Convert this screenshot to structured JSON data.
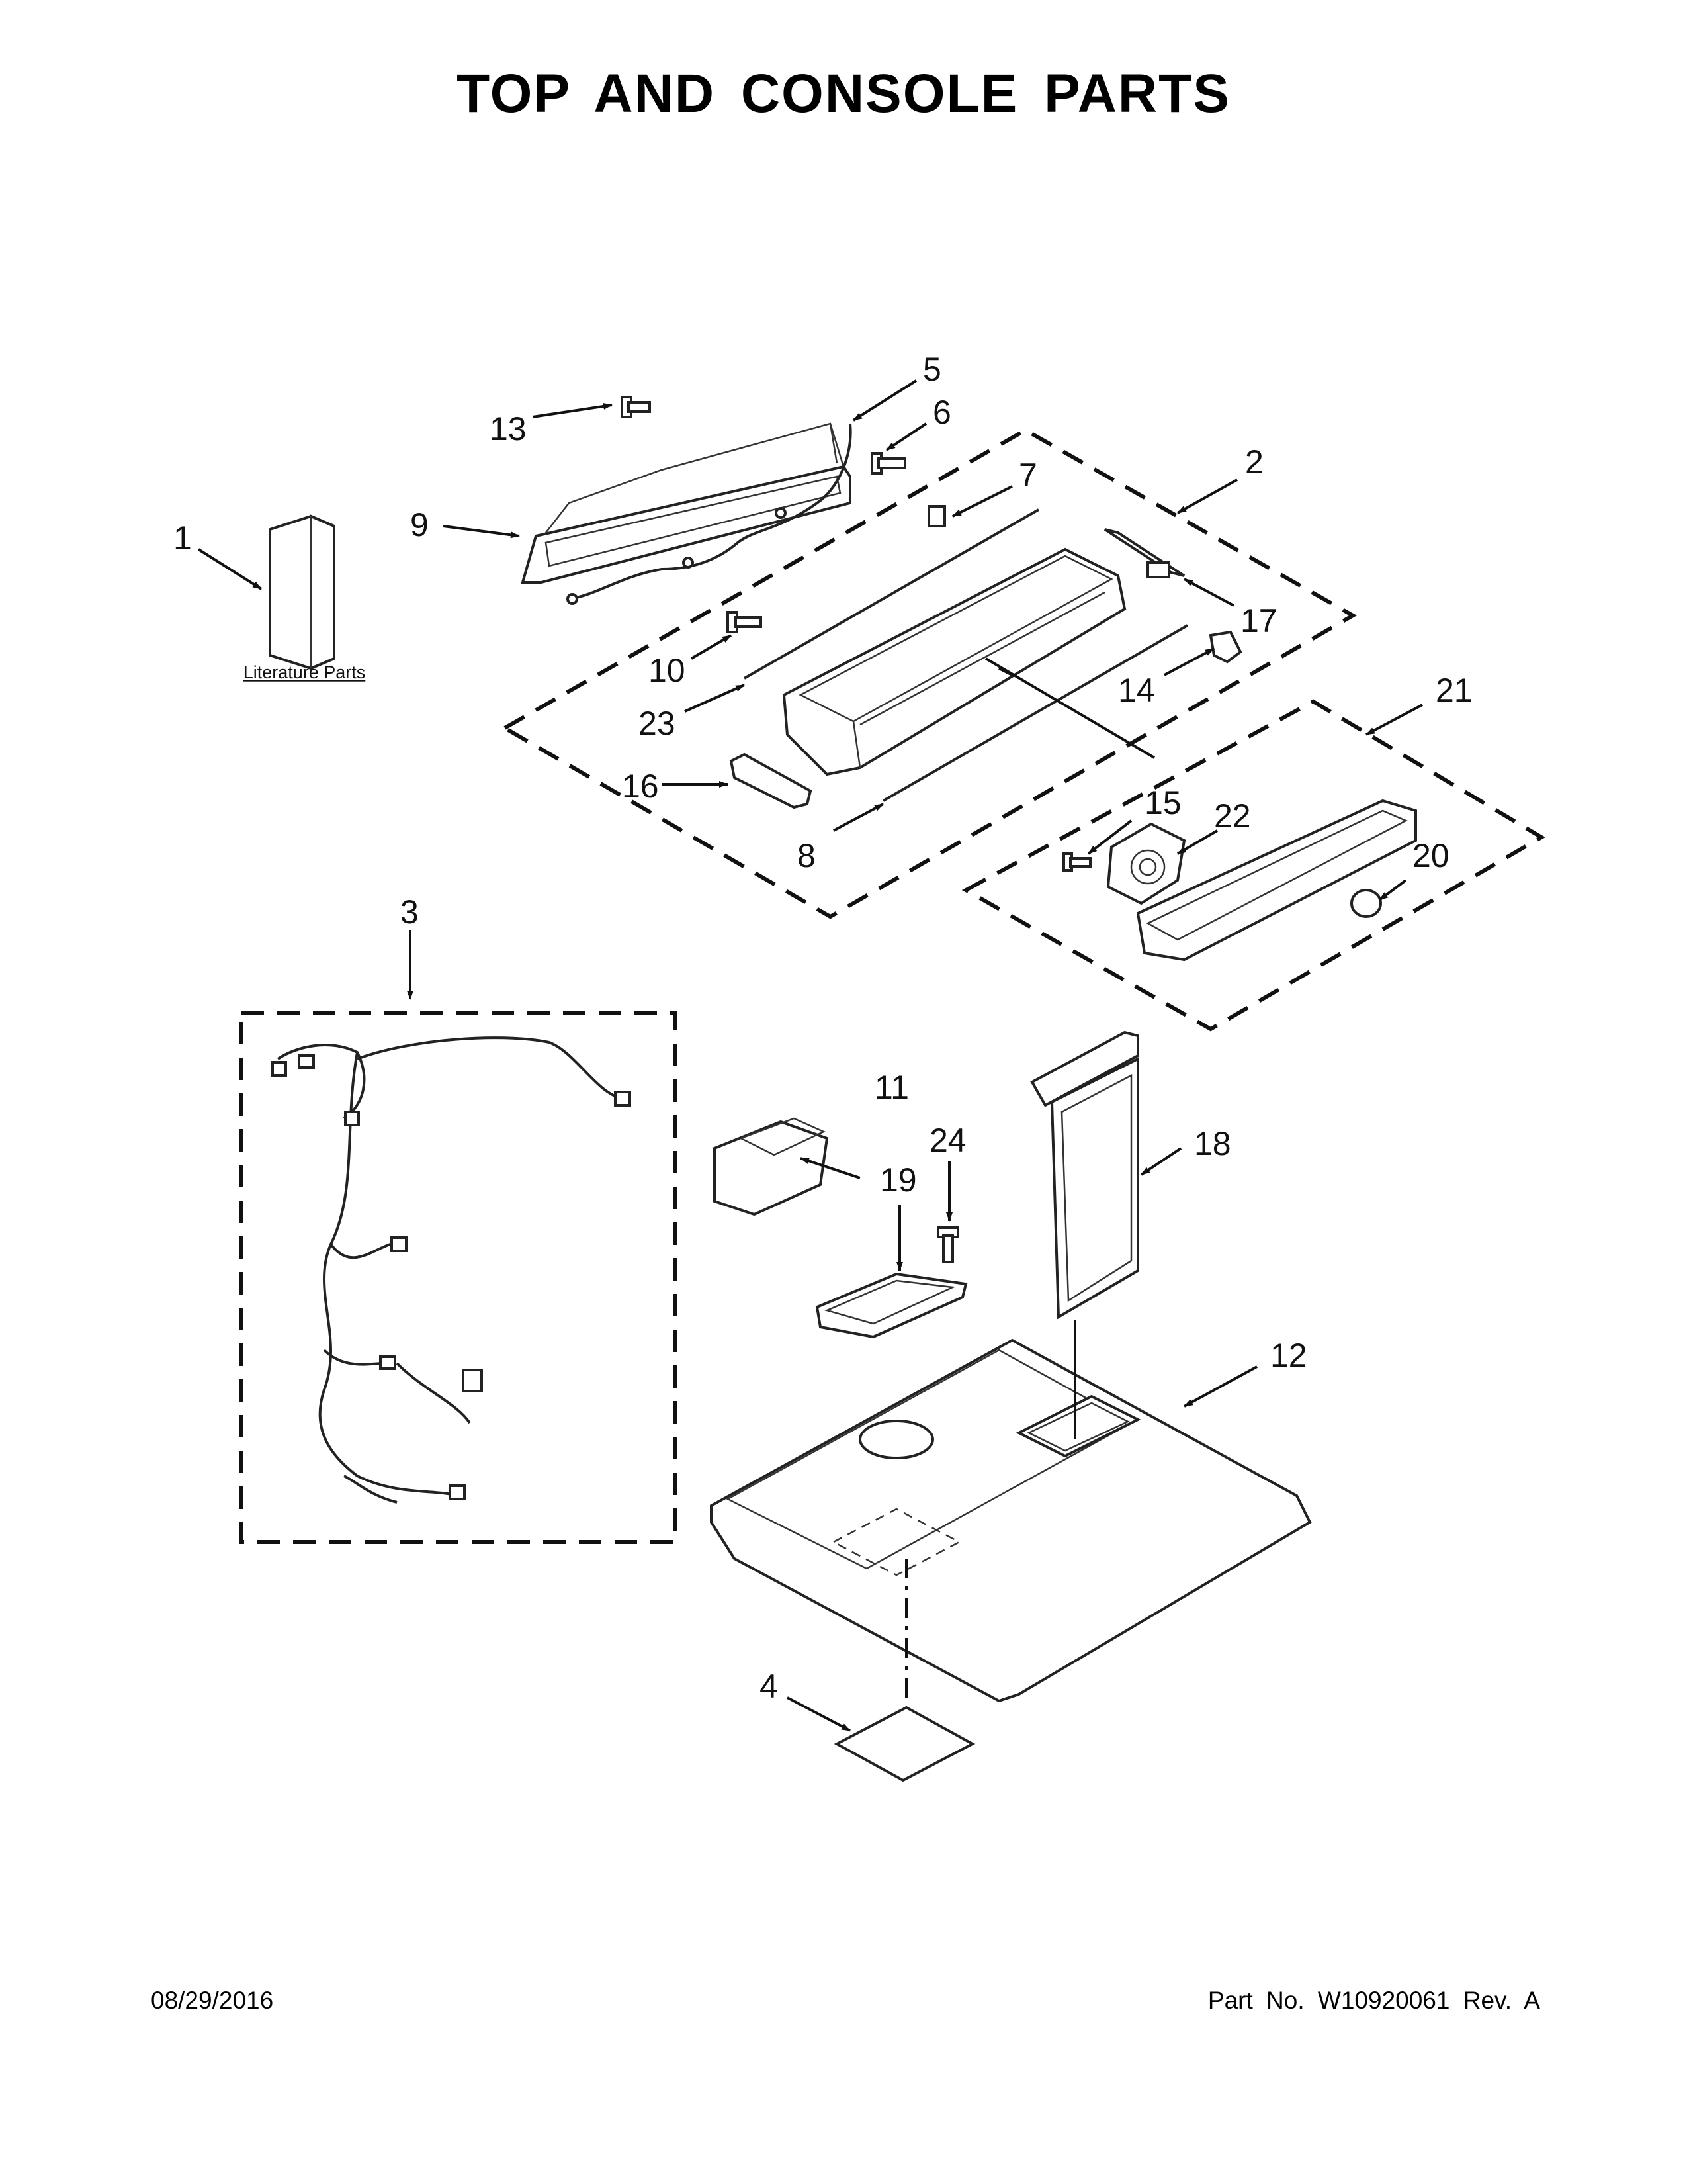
{
  "page": {
    "title": "TOP AND CONSOLE PARTS",
    "date": "08/29/2016",
    "part_number": "Part No.  W10920061  Rev.  A"
  },
  "literature_label": "Literature Parts",
  "callouts": [
    {
      "id": "1",
      "label": "1"
    },
    {
      "id": "2",
      "label": "2"
    },
    {
      "id": "3",
      "label": "3"
    },
    {
      "id": "4",
      "label": "4"
    },
    {
      "id": "5",
      "label": "5"
    },
    {
      "id": "6",
      "label": "6"
    },
    {
      "id": "7",
      "label": "7"
    },
    {
      "id": "8",
      "label": "8"
    },
    {
      "id": "9",
      "label": "9"
    },
    {
      "id": "10",
      "label": "10"
    },
    {
      "id": "11",
      "label": "11"
    },
    {
      "id": "12",
      "label": "12"
    },
    {
      "id": "13",
      "label": "13"
    },
    {
      "id": "14",
      "label": "14"
    },
    {
      "id": "15",
      "label": "15"
    },
    {
      "id": "16",
      "label": "16"
    },
    {
      "id": "17",
      "label": "17"
    },
    {
      "id": "18",
      "label": "18"
    },
    {
      "id": "19",
      "label": "19"
    },
    {
      "id": "20",
      "label": "20"
    },
    {
      "id": "21",
      "label": "21"
    },
    {
      "id": "22",
      "label": "22"
    },
    {
      "id": "23",
      "label": "23"
    },
    {
      "id": "24",
      "label": "24"
    }
  ]
}
